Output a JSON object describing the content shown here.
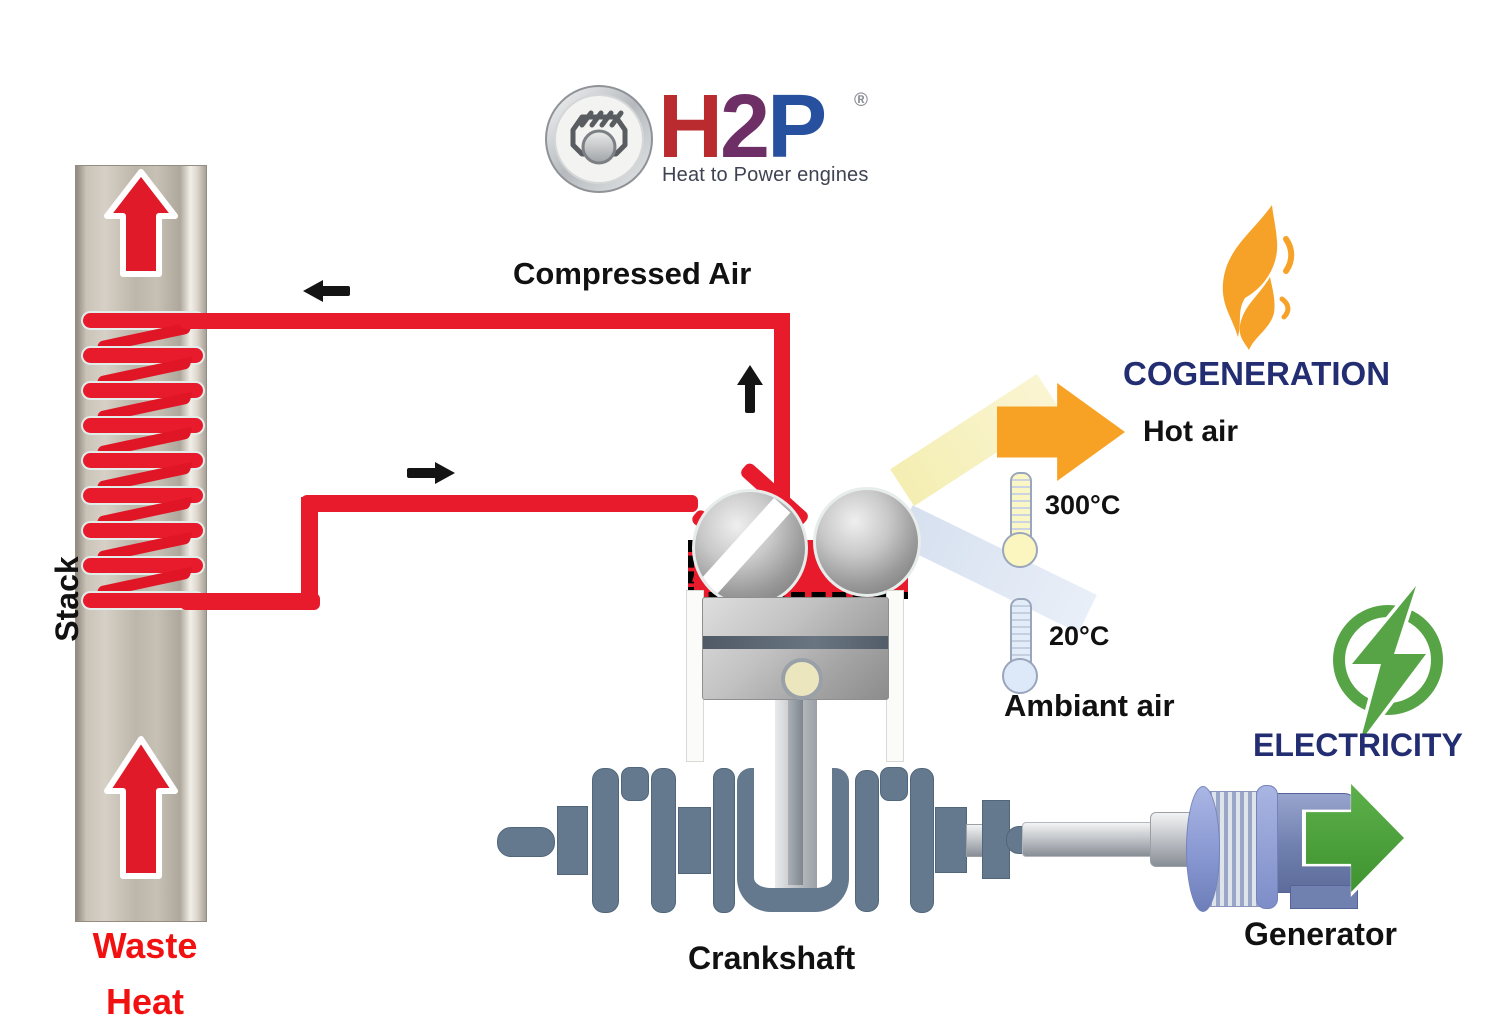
{
  "logo": {
    "letters": [
      {
        "char": "H",
        "color": "#b92b2f"
      },
      {
        "char": "2",
        "color": "#6e2f66"
      },
      {
        "char": "P",
        "color": "#27509f"
      }
    ],
    "registered": "®",
    "tagline": "Heat to Power engines"
  },
  "stack": {
    "label": "Stack",
    "waste_line1": "Waste",
    "waste_line2": "Heat"
  },
  "flow": {
    "compressed_air": "Compressed Air"
  },
  "cogeneration": {
    "title": "COGENERATION",
    "hot_air": "Hot air",
    "hot_temp": "300°C",
    "ambient_temp": "20°C",
    "ambient_air": "Ambiant air"
  },
  "electricity": {
    "title": "ELECTRICITY",
    "generator": "Generator"
  },
  "engine": {
    "crankshaft": "Crankshaft"
  },
  "icons": {
    "flame": "flame-icon",
    "electric_bolt": "electricity-bolt-icon",
    "thermometer_hot": "thermometer-hot-icon",
    "thermometer_ambient": "thermometer-ambient-icon",
    "logo_badge": "piston-badge-icon"
  },
  "colors": {
    "pipe_red": "#e81b2d",
    "waste_red": "#f21111",
    "orange": "#f7a224",
    "navy": "#232d72",
    "green": "#4aa33a",
    "crank_slate": "#64798e",
    "generator_blue": "#8b9ad3"
  }
}
